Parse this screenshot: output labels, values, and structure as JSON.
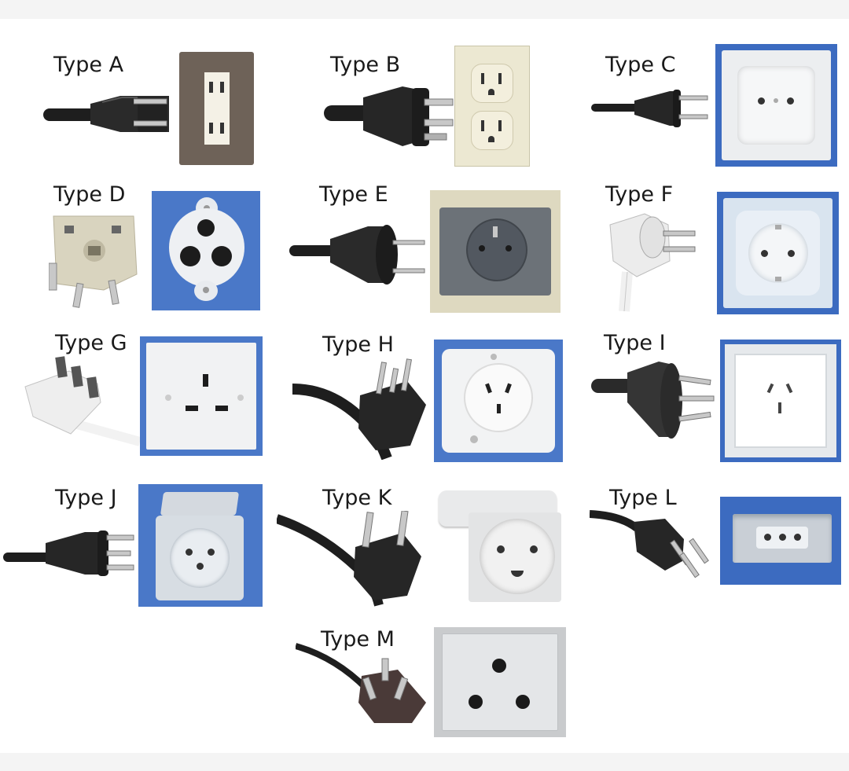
{
  "types": [
    {
      "label": "Type A"
    },
    {
      "label": "Type B"
    },
    {
      "label": "Type C"
    },
    {
      "label": "Type D"
    },
    {
      "label": "Type E"
    },
    {
      "label": "Type F"
    },
    {
      "label": "Type G"
    },
    {
      "label": "Type H"
    },
    {
      "label": "Type I"
    },
    {
      "label": "Type J"
    },
    {
      "label": "Type K"
    },
    {
      "label": "Type L"
    },
    {
      "label": "Type M"
    }
  ],
  "colors": {
    "plug_black": "#1e1e1e",
    "plug_white": "#ececec",
    "plug_grey": "#9a9a9a",
    "pin_metal": "#c8c8c8",
    "socket_white": "#f2f2f2",
    "socket_blue_bg": "#4a78c8",
    "socket_dark_frame": "#6e6258",
    "socket_cream": "#ece8d2"
  }
}
